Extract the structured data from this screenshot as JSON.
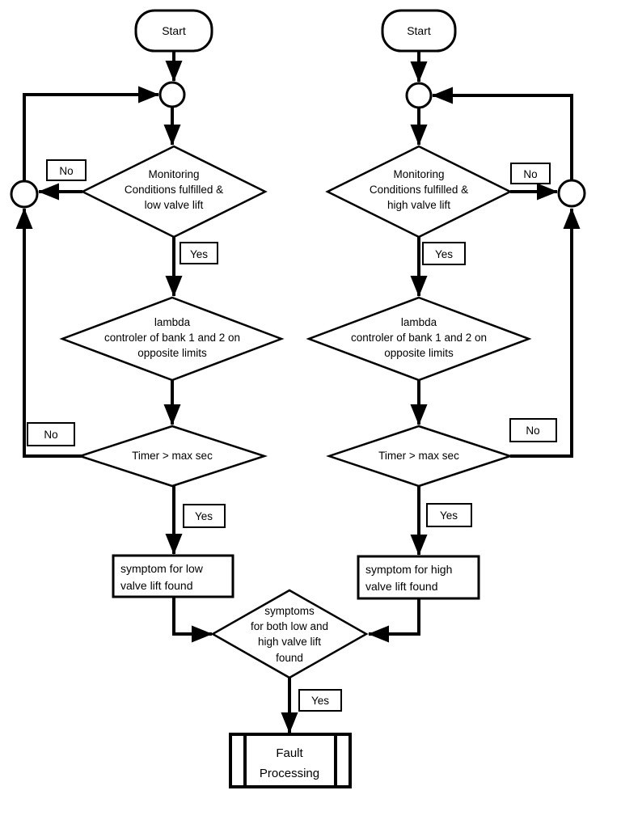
{
  "flowchart": {
    "colors": {
      "stroke": "#000000",
      "background": "#ffffff"
    },
    "left": {
      "start": "Start",
      "monitoring": [
        "Monitoring",
        "Conditions fulfilled &",
        "low valve lift"
      ],
      "monitoring_no": "No",
      "monitoring_yes": "Yes",
      "lambda": [
        "lambda",
        "controler of bank 1 and 2 on",
        "opposite limits"
      ],
      "timer": "Timer > max sec",
      "timer_no": "No",
      "timer_yes": "Yes",
      "symptom": [
        "symptom for low",
        "valve lift found"
      ]
    },
    "right": {
      "start": "Start",
      "monitoring": [
        "Monitoring",
        "Conditions fulfilled &",
        "high valve lift"
      ],
      "monitoring_no": "No",
      "monitoring_yes": "Yes",
      "lambda": [
        "lambda",
        "controler of bank 1 and 2 on",
        "opposite limits"
      ],
      "timer": "Timer > max sec",
      "timer_no": "No",
      "timer_yes": "Yes",
      "symptom": [
        "symptom for high",
        "valve lift found"
      ]
    },
    "bottom": {
      "merge": [
        "symptoms",
        "for both low and",
        "high valve lift",
        "found"
      ],
      "merge_yes": "Yes",
      "fault": [
        "Fault",
        "Processing"
      ]
    }
  }
}
